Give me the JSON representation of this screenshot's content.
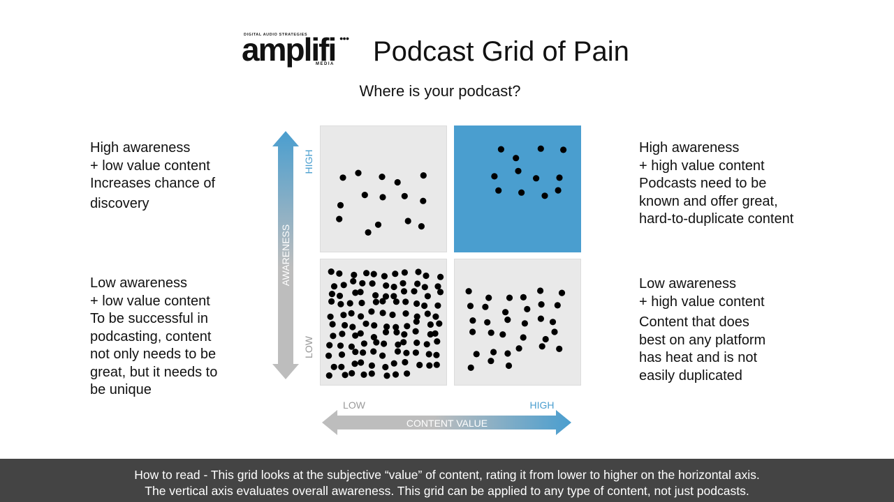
{
  "logo": {
    "small": "DIGITAL AUDIO STRATEGIES",
    "main": "amplifi",
    "sub": "MEDIA",
    "dots": "●●●"
  },
  "title": "Podcast Grid of Pain",
  "subtitle": "Where is your podcast?",
  "axes": {
    "vertical": {
      "label": "AWARENESS",
      "low": "LOW",
      "high": "HIGH"
    },
    "horizontal": {
      "label": "CONTENT VALUE",
      "low": "LOW",
      "high": "HIGH"
    }
  },
  "colors": {
    "accent": "#4a9ecf",
    "quadrant": "#e9e9e9",
    "footer": "#444444",
    "arrow_low": "#bdbdbd"
  },
  "quadrants": {
    "top_left": {
      "line1": "High awareness",
      "line2": "+ low value content",
      "body": [
        "Increases chance of",
        "discovery"
      ],
      "dot_count": 15
    },
    "top_right": {
      "line1": "High awareness",
      "line2": "+ high value content",
      "body": [
        "Podcasts need to be",
        "known and offer great,",
        "hard-to-duplicate content"
      ],
      "dot_count": 12
    },
    "bottom_left": {
      "line1": "Low awareness",
      "line2": "+ low value content",
      "body": [
        "To be successful in",
        "podcasting, content",
        "not only needs to be",
        "great, but it needs to",
        "be unique"
      ],
      "dot_count": 118
    },
    "bottom_right": {
      "line1": "Low awareness",
      "line2": "+ high value content",
      "body": [
        "Content that does",
        "best on any platform",
        "has heat and is not",
        "easily duplicated"
      ],
      "dot_count": 33
    }
  },
  "footer": {
    "bold": "How to read",
    "line1_rest": " - This grid looks at the subjective “value” of content, rating it from lower to higher on the horizontal axis.",
    "line2": "The vertical axis evaluates overall awareness. This grid can be applied to any type of content, not just podcasts."
  }
}
